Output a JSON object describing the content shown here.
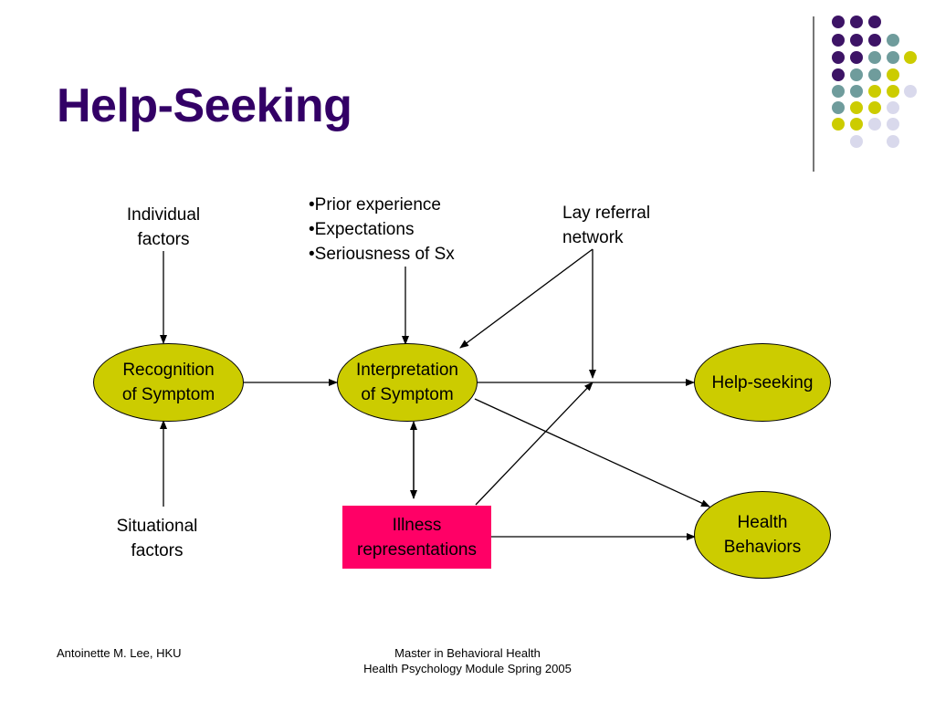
{
  "slide": {
    "title": "Help-Seeking",
    "colors": {
      "title": "#330066",
      "ellipse_fill": "#cccc00",
      "rect_fill": "#ff0066",
      "dot_purple": "#3d1466",
      "dot_teal": "#6f9c9c",
      "dot_yellow": "#cccc00",
      "dot_lavender": "#d9d9ec"
    }
  },
  "diagram": {
    "inputs": {
      "individual": "Individual\nfactors",
      "situational": "Situational\nfactors",
      "lay_referral": "Lay referral\nnetwork"
    },
    "bullets": [
      "•Prior experience",
      "•Expectations",
      "•Seriousness of Sx"
    ],
    "nodes": {
      "recognition": "Recognition\nof Symptom",
      "interpretation": "Interpretation\nof Symptom",
      "help_seeking": "Help-seeking",
      "illness": "Illness\nrepresentations",
      "health_behaviors": "Health\nBehaviors"
    }
  },
  "footer": {
    "left": "Antoinette M. Lee, HKU",
    "center": "Master in Behavioral Health\nHealth Psychology Module Spring 2005"
  }
}
